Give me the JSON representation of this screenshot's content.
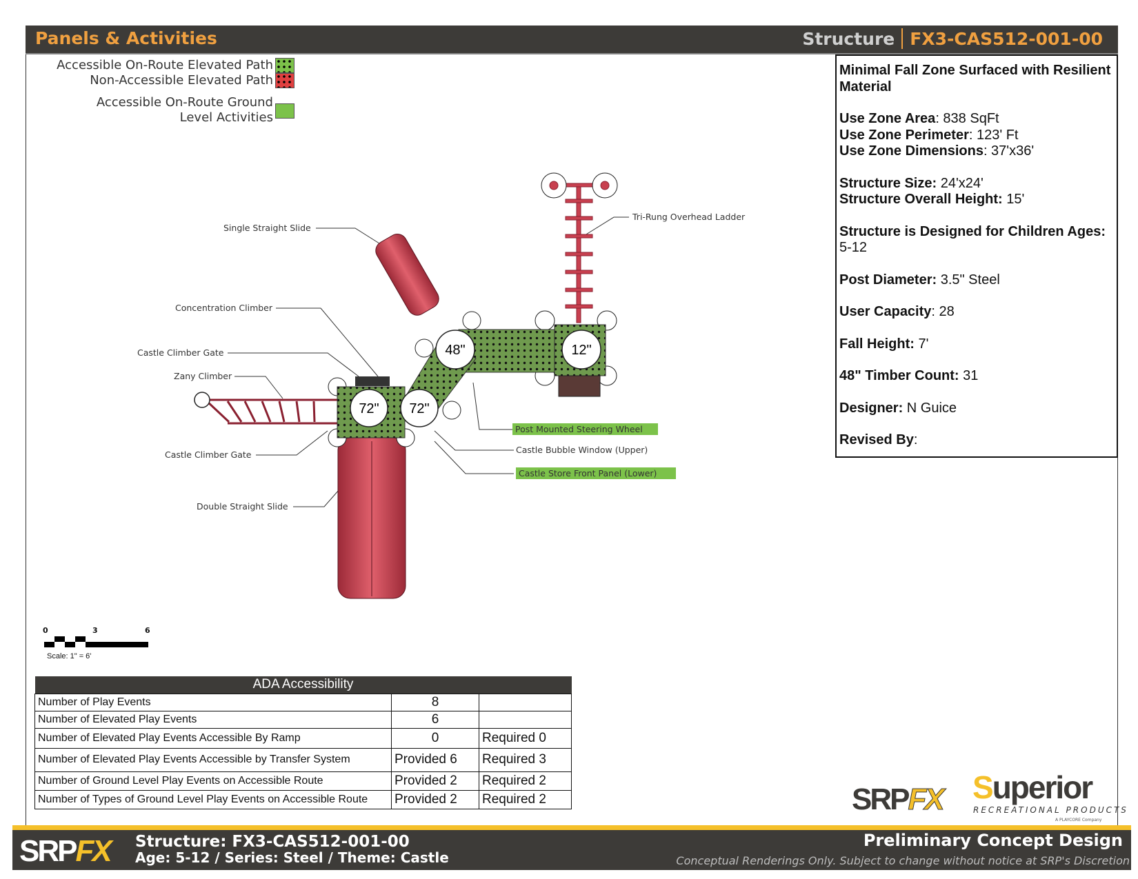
{
  "header": {
    "title": "Panels & Activities",
    "structure_label": "Structure",
    "structure_code": "FX3-CAS512-001-00"
  },
  "legend": [
    {
      "label": "Accessible On-Route Elevated Path",
      "pattern": "green-dotted"
    },
    {
      "label": "Non-Accessible Elevated Path",
      "pattern": "red-dotted"
    },
    {
      "label": "Accessible On-Route Ground Level Activities",
      "pattern": "green-solid"
    }
  ],
  "info": {
    "fall_zone": "Minimal Fall Zone Surfaced with Resilient Material",
    "rows": [
      {
        "k": "Use Zone Area",
        "v": ": 838 SqFt"
      },
      {
        "k": "Use Zone Perimeter",
        "v": ": 123' Ft"
      },
      {
        "k": "Use Zone Dimensions",
        "v": ": 37'x36'"
      },
      {
        "k": "Structure Size:",
        "v": " 24'x24'"
      },
      {
        "k": "Structure Overall Height:",
        "v": " 15'"
      },
      {
        "k": "Structure is Designed for Children Ages:",
        "v": " 5-12"
      },
      {
        "k": "Post Diameter:",
        "v": " 3.5\" Steel"
      },
      {
        "k": "User Capacity",
        "v": ": 28"
      },
      {
        "k": "Fall Height:",
        "v": " 7'"
      },
      {
        "k": "48\" Timber Count:",
        "v": " 31"
      },
      {
        "k": "Designer:",
        "v": " N Guice"
      },
      {
        "k": "Revised By",
        "v": ":"
      }
    ]
  },
  "diagram": {
    "deck_heights": [
      "72\"",
      "72\"",
      "48\"",
      "12\""
    ],
    "callouts": [
      "Single Straight Slide",
      "Concentration Climber",
      "Castle Climber Gate",
      "Zany Climber",
      "Castle Climber Gate",
      "Double Straight Slide",
      "Tri-Rung Overhead Ladder",
      "Post Mounted Steering Wheel",
      "Castle Bubble Window (Upper)",
      "Castle Store Front Panel (Lower)"
    ],
    "colors": {
      "accessible": "#7cc24a",
      "structure": "#c8404f"
    }
  },
  "scale": {
    "ticks": [
      "0",
      "3",
      "6"
    ],
    "label": "Scale: 1\" = 6'"
  },
  "ada": {
    "title": "ADA Accessibility",
    "rows": [
      [
        "Number of Play Events",
        "8",
        ""
      ],
      [
        "Number of Elevated Play Events",
        "6",
        ""
      ],
      [
        "Number of Elevated Play Events Accessible By Ramp",
        "0",
        "Required 0"
      ],
      [
        "Number of Elevated Play Events Accessible by Transfer System",
        "Provided 6",
        "Required 3"
      ],
      [
        "Number of Ground Level Play Events on Accessible Route",
        "Provided 2",
        "Required 2"
      ],
      [
        "Number of Types of Ground Level Play Events on Accessible Route",
        "Provided 2",
        "Required 2"
      ]
    ]
  },
  "logos": {
    "srpfx": "SRPFX",
    "superior": "Superior",
    "superior_sub": "RECREATIONAL PRODUCTS",
    "playcore": "A PLAYCORE Company"
  },
  "footer": {
    "structure": "Structure: FX3-CAS512-001-00",
    "details": "Age: 5-12 / Series: Steel / Theme: Castle",
    "title": "Preliminary Concept Design",
    "disclaimer": "Conceptual Renderings Only. Subject to change without notice at SRP's Discretion"
  }
}
